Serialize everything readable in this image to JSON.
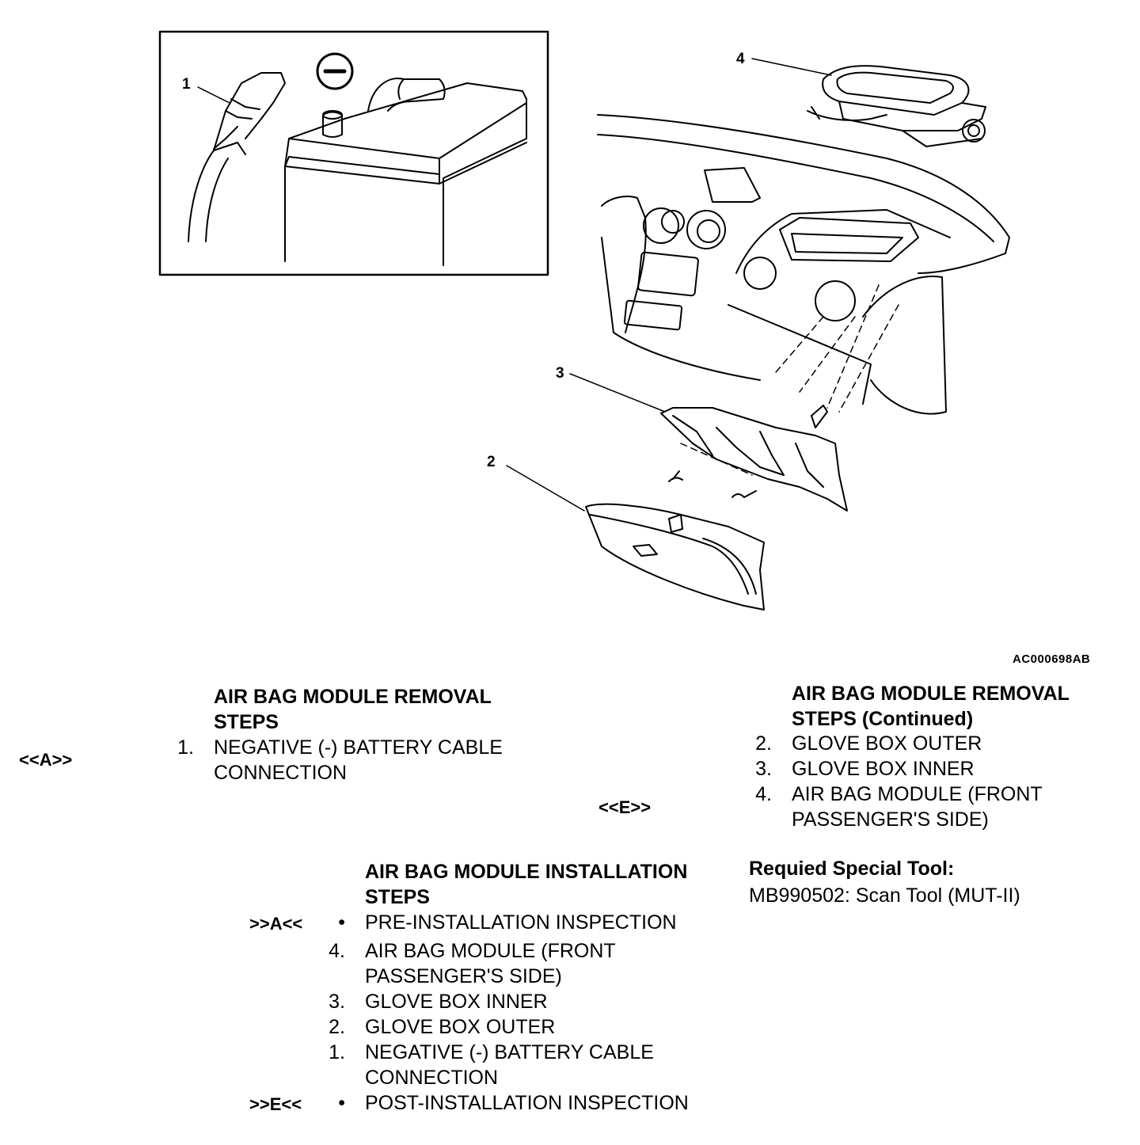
{
  "illustration": {
    "callouts": [
      "1",
      "2",
      "3",
      "4"
    ],
    "battery_terminal_symbol": "−",
    "figure_id": "AC000698AB"
  },
  "removal": {
    "title_line1": "AIR BAG MODULE REMOVAL",
    "title_line2": "STEPS",
    "ref": "<<A>>",
    "steps": [
      {
        "num": "1.",
        "text": "NEGATIVE (-) BATTERY CABLE\nCONNECTION"
      }
    ]
  },
  "removal_continued": {
    "title_line1": "AIR BAG MODULE REMOVAL",
    "title_line2": "STEPS (Continued)",
    "ref": "<<E>>",
    "steps": [
      {
        "num": "2.",
        "text": "GLOVE BOX OUTER"
      },
      {
        "num": "3.",
        "text": "GLOVE BOX INNER"
      },
      {
        "num": "4.",
        "text": "AIR BAG MODULE (FRONT\nPASSENGER'S SIDE)"
      }
    ]
  },
  "installation": {
    "title_line1": "AIR BAG MODULE INSTALLATION",
    "title_line2": "STEPS",
    "steps": [
      {
        "ref": ">>A<<",
        "num": "•",
        "text": "PRE-INSTALLATION INSPECTION"
      },
      {
        "ref": "",
        "num": "4.",
        "text": "AIR BAG MODULE (FRONT\nPASSENGER'S SIDE)"
      },
      {
        "ref": "",
        "num": "3.",
        "text": "GLOVE BOX INNER"
      },
      {
        "ref": "",
        "num": "2.",
        "text": "GLOVE BOX OUTER"
      },
      {
        "ref": "",
        "num": "1.",
        "text": "NEGATIVE (-) BATTERY CABLE\nCONNECTION"
      },
      {
        "ref": ">>E<<",
        "num": "•",
        "text": "POST-INSTALLATION INSPECTION"
      }
    ]
  },
  "special_tool": {
    "title": "Requied Special Tool:",
    "item": "MB990502: Scan Tool (MUT-II)"
  }
}
